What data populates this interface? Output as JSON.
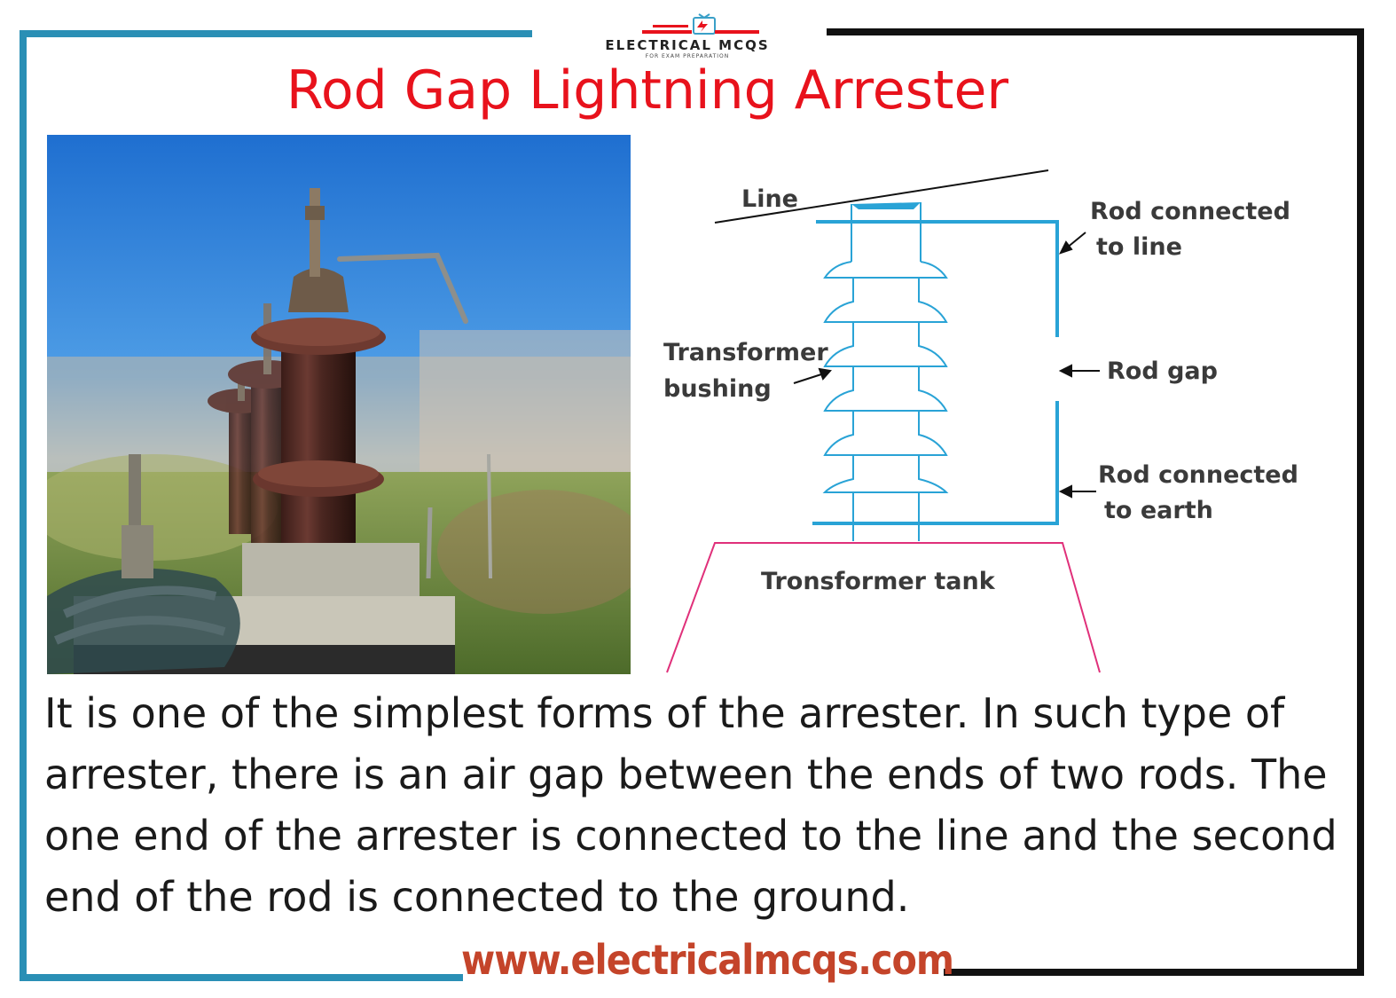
{
  "title": "Rod Gap Lightning Arrester",
  "logo": {
    "name": "ELECTRICAL MCQS",
    "tagline": "FOR EXAM PREPARATION"
  },
  "photo": {
    "subject": "rod gap lightning arrester on transformer bushing"
  },
  "diagram": {
    "labels": {
      "line": "Line",
      "rod_line_1": "Rod connected",
      "rod_line_2": "to line",
      "bushing_1": "Transformer",
      "bushing_2": "bushing",
      "rod_gap": "Rod gap",
      "rod_earth_1": "Rod connected",
      "rod_earth_2": "to earth",
      "tank": "Tronsformer tank"
    },
    "colors": {
      "bushing": "#29a3d6",
      "tank": "#e0307a",
      "line": "#111111"
    }
  },
  "description": "It is one of the simplest forms of the arrester. In such type of arrester, there is an air gap between the ends of two rods. The one end of the arrester is connected to the line and the second end of the rod is connected to the ground.",
  "website": "www.electricalmcqs.com",
  "colors": {
    "title": "#e8121c",
    "frame_left": "#2a8fb5",
    "frame_right": "#111111",
    "website": "#c4442a"
  }
}
